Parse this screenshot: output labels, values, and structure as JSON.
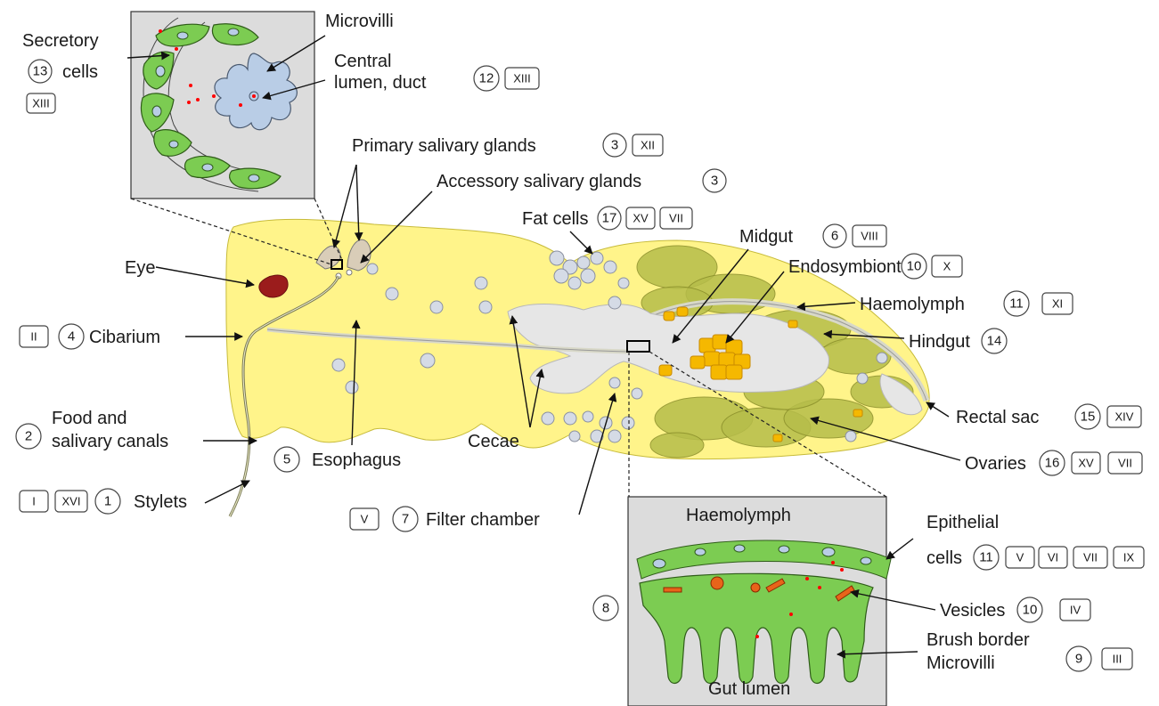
{
  "colors": {
    "body": "#fff48a",
    "body_stroke": "#c7bb3a",
    "eye": "#9b1c1c",
    "gut": "#e6e6e6",
    "endosymbiont": "#f5b800",
    "ovary": "#b6bd4a",
    "fat_cell": "#d5dbe6",
    "epithelium": "#7ccc52",
    "cell_nucleus": "#b9cde6",
    "inset_bg": "#dcdcdc",
    "secretion_dot": "#ff0000"
  },
  "icons": {
    "number_marker": "circle",
    "roman_marker": "rounded-square",
    "pointer": "arrow"
  },
  "labels": {
    "secretory_cells": {
      "line1": "Secretory",
      "line2": "cells",
      "nums": [
        "13"
      ],
      "romans": [
        "XIII"
      ]
    },
    "microvilli": {
      "text": "Microvilli"
    },
    "central_lumen": {
      "line1": "Central",
      "line2": "lumen, duct",
      "nums": [
        "12"
      ],
      "romans": [
        "XIII"
      ]
    },
    "primary_salivary": {
      "text": "Primary salivary glands",
      "nums": [
        "3"
      ],
      "romans": [
        "XII"
      ]
    },
    "accessory_salivary": {
      "text": "Accessory salivary glands",
      "nums": [
        "3"
      ]
    },
    "fat_cells": {
      "text": "Fat cells",
      "nums": [
        "17"
      ],
      "romans": [
        "XV",
        "VII"
      ]
    },
    "midgut": {
      "text": "Midgut",
      "nums": [
        "6"
      ],
      "romans": [
        "VIII"
      ]
    },
    "endosymbionts": {
      "text": "Endosymbionts",
      "nums": [
        "10"
      ],
      "romans": [
        "X"
      ]
    },
    "haemolymph": {
      "text": "Haemolymph",
      "nums": [
        "11"
      ],
      "romans": [
        "XI"
      ]
    },
    "hindgut": {
      "text": "Hindgut",
      "nums": [
        "14"
      ]
    },
    "eye": {
      "text": "Eye"
    },
    "cibarium": {
      "text": "Cibarium",
      "nums": [
        "4"
      ],
      "romans": [
        "II"
      ]
    },
    "food_canals": {
      "line1": "Food and",
      "line2": "salivary canals",
      "nums": [
        "2"
      ]
    },
    "esophagus": {
      "text": "Esophagus",
      "nums": [
        "5"
      ]
    },
    "cecae": {
      "text": "Cecae"
    },
    "rectal_sac": {
      "text": "Rectal sac",
      "nums": [
        "15"
      ],
      "romans": [
        "XIV"
      ]
    },
    "ovaries": {
      "text": "Ovaries",
      "nums": [
        "16"
      ],
      "romans": [
        "XV",
        "VII"
      ]
    },
    "stylets": {
      "text": "Stylets",
      "nums": [
        "1"
      ],
      "romans": [
        "I",
        "XVI"
      ]
    },
    "filter_chamber": {
      "text": "Filter chamber",
      "nums": [
        "7"
      ],
      "romans": [
        "V"
      ]
    },
    "inset_haemolymph": {
      "text": "Haemolymph"
    },
    "epithelial_cells": {
      "line1": "Epithelial",
      "line2": "cells",
      "nums": [
        "11"
      ],
      "romans": [
        "V",
        "VI",
        "VII",
        "IX"
      ]
    },
    "vesicles": {
      "text": "Vesicles",
      "nums": [
        "10"
      ],
      "romans": [
        "IV"
      ]
    },
    "brush_border": {
      "line1": "Brush border",
      "line2": "Microvilli",
      "nums": [
        "9"
      ],
      "romans": [
        "III"
      ]
    },
    "gut_lumen": {
      "text": "Gut lumen"
    },
    "inset_number": {
      "nums": [
        "8"
      ]
    }
  }
}
